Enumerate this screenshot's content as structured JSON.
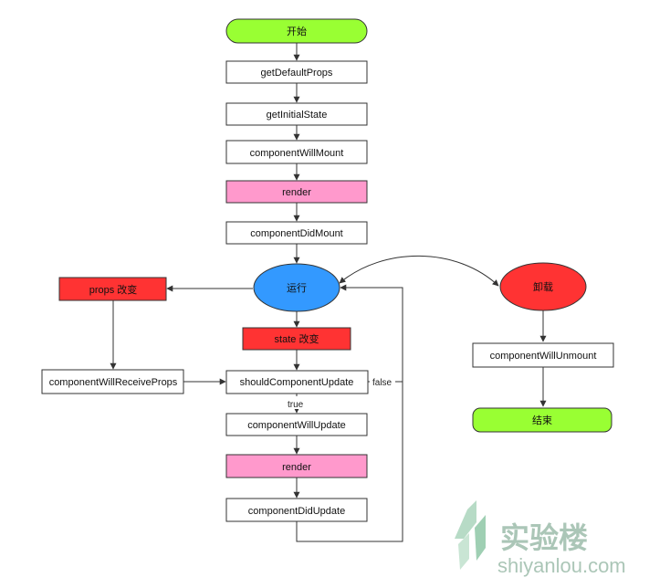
{
  "colors": {
    "start_end": "#99ff33",
    "render": "#ff99cc",
    "event": "#ff3333",
    "running": "#3399ff",
    "box": "#ffffff",
    "line": "#333333",
    "watermark": "#8fb39f"
  },
  "nodes": {
    "start": "开始",
    "get_default_props": "getDefaultProps",
    "get_initial_state": "getInitialState",
    "component_will_mount": "componentWillMount",
    "render_initial": "render",
    "component_did_mount": "componentDidMount",
    "running": "运行",
    "props_change": "props 改变",
    "state_change": "state 改变",
    "component_will_receive_props": "componentWillReceiveProps",
    "should_component_update": "shouldComponentUpdate",
    "component_will_update": "componentWillUpdate",
    "render_update": "render",
    "component_did_update": "componentDidUpdate",
    "unmount": "卸载",
    "component_will_unmount": "componentWillUnmount",
    "end": "结束"
  },
  "edge_labels": {
    "false_label": "false",
    "true_label": "true"
  },
  "watermark": {
    "title": "实验楼",
    "url": "shiyanlou.com"
  }
}
